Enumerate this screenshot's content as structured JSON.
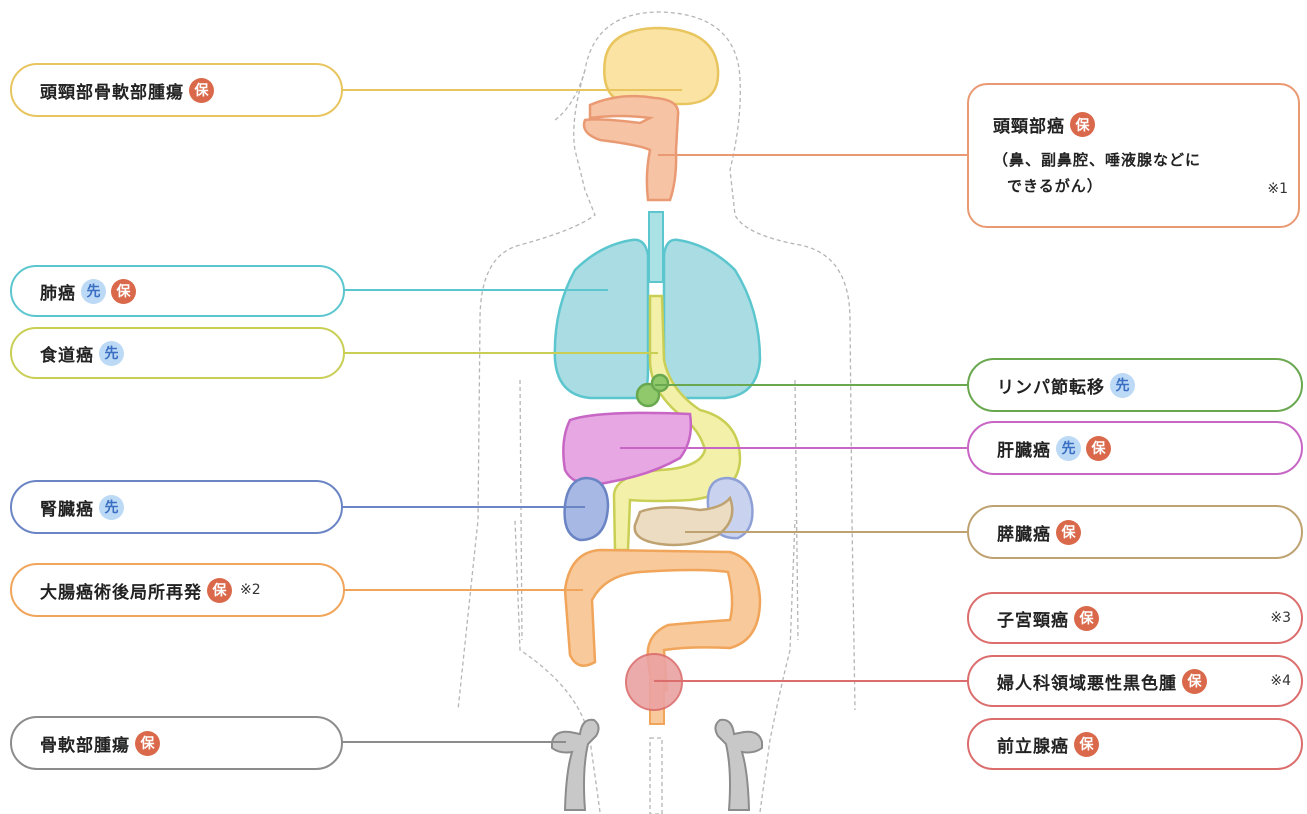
{
  "badges": {
    "ho": "保",
    "sen": "先"
  },
  "labels": {
    "head_neck_bone_tumor": {
      "text": "頭頸部骨軟部腫瘍"
    },
    "lung": {
      "text": "肺癌"
    },
    "esophagus": {
      "text": "食道癌"
    },
    "kidney": {
      "text": "腎臓癌"
    },
    "colorectal": {
      "text": "大腸癌術後局所再発",
      "note": "※2"
    },
    "bone_soft_tissue": {
      "text": "骨軟部腫瘍"
    },
    "head_neck": {
      "text": "頭頸部癌",
      "sub1": "（鼻、副鼻腔、唾液腺などに",
      "sub2": "できるがん）",
      "note": "※1"
    },
    "lymph": {
      "text": "リンパ節転移"
    },
    "liver": {
      "text": "肝臓癌"
    },
    "pancreas": {
      "text": "膵臓癌"
    },
    "cervical": {
      "text": "子宮頸癌",
      "note": "※3"
    },
    "melanoma": {
      "text": "婦人科領域悪性黒色腫",
      "note": "※4"
    },
    "prostate": {
      "text": "前立腺癌"
    }
  },
  "colors": {
    "head_neck_bone_tumor": "#e8c55f",
    "head_neck": "#e99a73",
    "lung": "#5cc6cf",
    "esophagus": "#c9cf55",
    "lymph": "#6aa84f",
    "liver": "#c766c4",
    "kidney": "#6b85c4",
    "pancreas": "#bfa272",
    "colorectal": "#f0a55a",
    "cervical": "#db6d6d",
    "melanoma": "#db6d6d",
    "prostate": "#db6d6d",
    "bone_soft_tissue": "#8c8c8c",
    "badge_ho": "#d9694a",
    "badge_sen": "#bcd9f5"
  }
}
